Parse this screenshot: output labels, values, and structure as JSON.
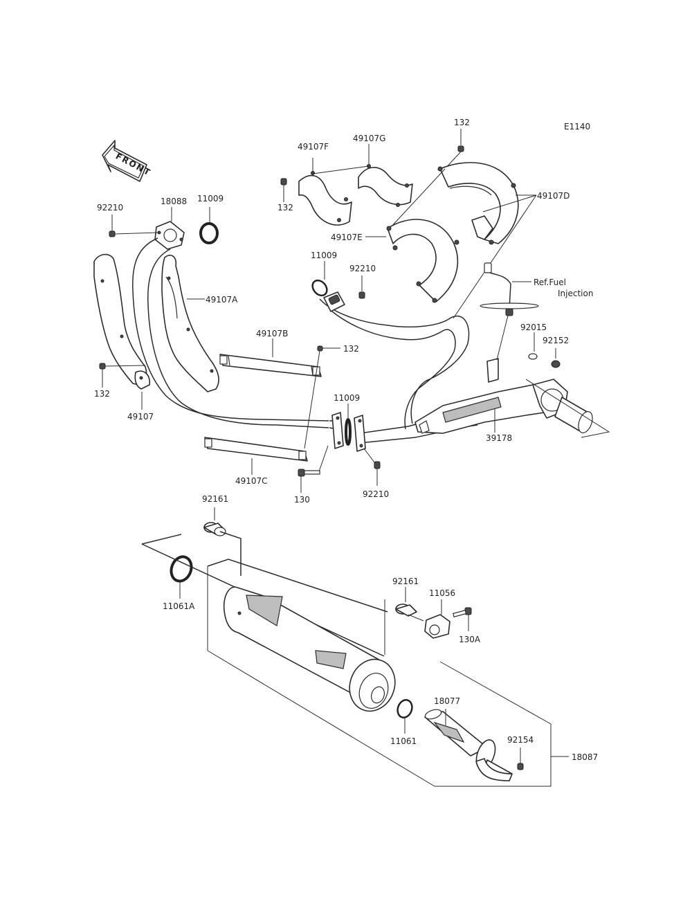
{
  "diagram_code": "E1140",
  "front_label": "FRONT",
  "labels": {
    "p132_top": "132",
    "p49107F": "49107F",
    "p49107G": "49107G",
    "p132_left": "132",
    "p49107D": "49107D",
    "p49107E": "49107E",
    "p92210_left": "92210",
    "p18088": "18088",
    "p11009_top": "11009",
    "p11009_mid": "11009",
    "p92210_mid": "92210",
    "p49107A": "49107A",
    "ref_fuel_line1": "Ref.Fuel",
    "ref_fuel_line2": "Injection",
    "p49107B": "49107B",
    "p132_mid": "132",
    "p92015": "92015",
    "p92152": "92152",
    "p132_lower": "132",
    "p49107": "49107",
    "p11009_low": "11009",
    "p39178": "39178",
    "p49107C": "49107C",
    "p130": "130",
    "p92210_low": "92210",
    "p92161_top": "92161",
    "p11061A": "11061A",
    "p92161_mid": "92161",
    "p11056": "11056",
    "p130A": "130A",
    "p18077": "18077",
    "p11061": "11061",
    "p92154": "92154",
    "p18087": "18087"
  }
}
